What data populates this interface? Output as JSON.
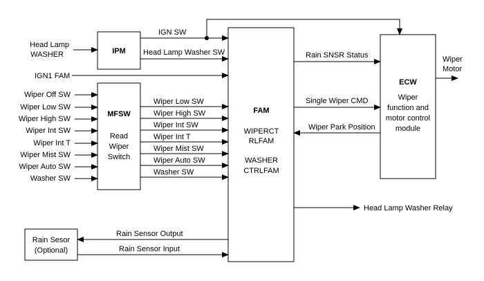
{
  "blocks": {
    "ipm": {
      "title": "IPM"
    },
    "mfsw": {
      "title": "MFSW",
      "desc": [
        "Read",
        "Wiper",
        "Switch"
      ]
    },
    "fam": {
      "title": "FAM",
      "desc": [
        "WIPERCT",
        "RLFAM",
        "",
        "WASHER",
        "CTRLFAM"
      ]
    },
    "ecw": {
      "title": "ECW",
      "desc": [
        "Wiper",
        "function and",
        "motor control",
        "module"
      ]
    },
    "rain_sensor": {
      "lines": [
        "Rain Sesor",
        "(Optional)"
      ]
    }
  },
  "inputs": {
    "head_lamp_washer": [
      "Head Lamp",
      "WASHER"
    ],
    "ign1_fam": "IGN1 FAM",
    "mfsw_inputs": [
      "Wiper Off SW",
      "Wiper Low SW",
      "Wiper High SW",
      "Wiper Int SW",
      "Wiper Int T",
      "Wiper Mist SW",
      "Wiper Auto SW",
      "Washer SW"
    ]
  },
  "signals": {
    "ign_sw": "IGN SW",
    "head_lamp_washer_sw": "Head Lamp Washer SW",
    "mfsw_to_fam": [
      "Wiper Low SW",
      "Wiper High SW",
      "Wiper Int SW",
      "Wiper Int T",
      "Wiper Mist SW",
      "Wiper Auto SW",
      "Washer SW"
    ],
    "rain_snsr_status": "Rain SNSR Status",
    "single_wiper_cmd": "Single Wiper CMD",
    "wiper_park_position": "Wiper Park Position",
    "head_lamp_washer_relay": "Head Lamp Washer Relay",
    "rain_sensor_output": "Rain Sensor Output",
    "rain_sensor_input": "Rain Sensor Input"
  },
  "outputs": {
    "wiper_motor": [
      "Wiper",
      "Motor"
    ]
  }
}
